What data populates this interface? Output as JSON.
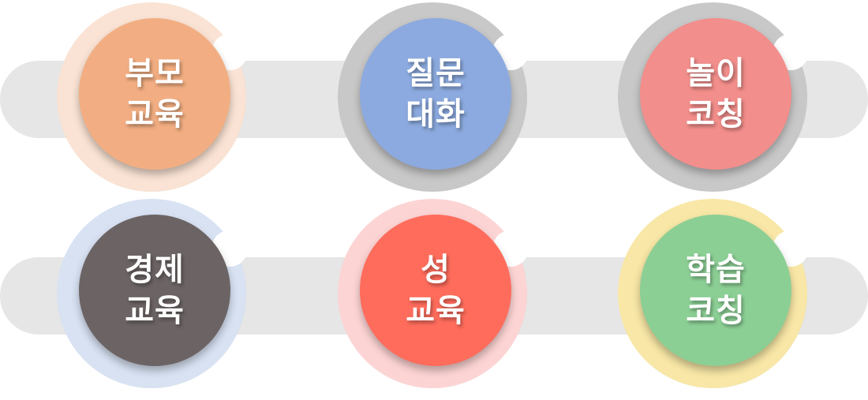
{
  "items": [
    {
      "line1": "부모",
      "line2": "교육",
      "ring": "#fae3d4",
      "fill": "#f2ae82"
    },
    {
      "line1": "질문",
      "line2": "대화",
      "ring": "#c8c8c8",
      "fill": "#8caadf"
    },
    {
      "line1": "놀이",
      "line2": "코칭",
      "ring": "#c8c8c8",
      "fill": "#f28e8b"
    },
    {
      "line1": "경제",
      "line2": "교육",
      "ring": "#d8e2f3",
      "fill": "#6c6464"
    },
    {
      "line1": "성",
      "line2": "교육",
      "ring": "#fdd4d4",
      "fill": "#ff6c5c"
    },
    {
      "line1": "학습",
      "line2": "코칭",
      "ring": "#f8e7a6",
      "fill": "#8ccf95"
    }
  ]
}
